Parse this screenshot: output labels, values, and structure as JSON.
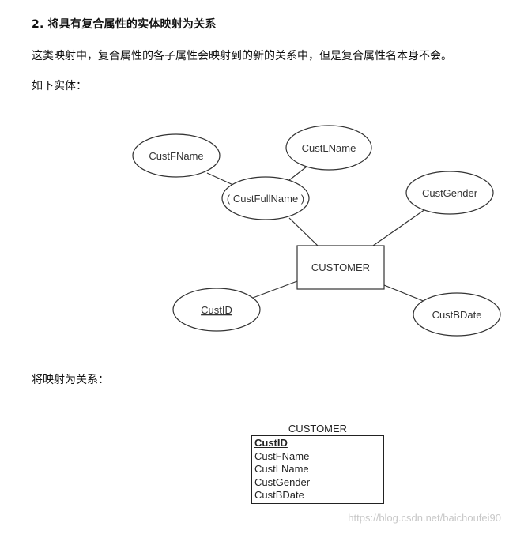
{
  "heading": "2. 将具有复合属性的实体映射为关系",
  "paragraphs": {
    "p1": "这类映射中，复合属性的各子属性会映射到的新的关系中，但是复合属性名本身不会。",
    "p2": "如下实体：",
    "p3": "将映射为关系："
  },
  "er_diagram": {
    "entity": "CUSTOMER",
    "attributes": {
      "first_name": "CustFName",
      "last_name": "CustLName",
      "full_name": "( CustFullName )",
      "gender": "CustGender",
      "id": "CustID",
      "birth_date": "CustBDate"
    }
  },
  "relation": {
    "title": "CUSTOMER",
    "primary_key": "CustID",
    "columns": [
      "CustFName",
      "CustLName",
      "CustGender",
      "CustBDate"
    ]
  },
  "watermark": "https://blog.csdn.net/baichoufei90"
}
